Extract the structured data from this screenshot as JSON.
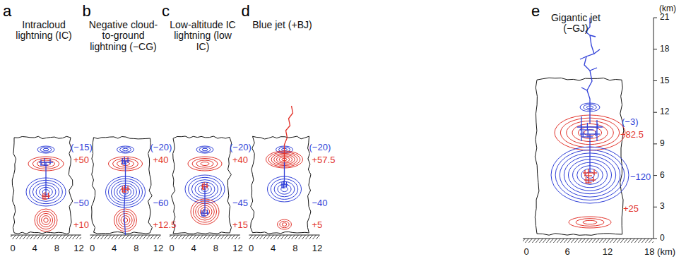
{
  "diagram": {
    "labels": [
      "a",
      "Intracloud lightning (IC)",
      "(−15)",
      "+50",
      "−50",
      "+10",
      "0",
      "4",
      "8",
      "12",
      "b",
      "Negative cloud-to-ground lightning (−CG)",
      "(−20)",
      "+40",
      "−60",
      "+12.5",
      "0",
      "4",
      "8",
      "12",
      "c",
      "Low-altitude IC lightning (low IC)",
      "(−20)",
      "+40",
      "−45",
      "+15",
      "0",
      "4",
      "8",
      "12",
      "d",
      "Blue jet (+BJ)",
      "(−20)",
      "+57.5",
      "−40",
      "+5",
      "0",
      "4",
      "8",
      "12",
      "e",
      "Gigantic jet (−GJ)",
      "(−3)",
      "+82.5",
      "−120",
      "+25",
      "(km)",
      "21",
      "18",
      "15",
      "12",
      "9",
      "6",
      "3",
      "0",
      "0",
      "6",
      "12",
      "18 (km)"
    ]
  }
}
